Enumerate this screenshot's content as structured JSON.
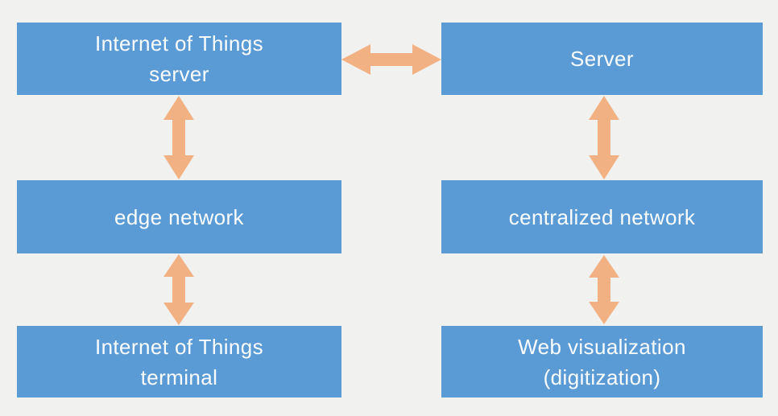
{
  "colors": {
    "background": "#F1F1EF",
    "box_fill": "#5B9BD5",
    "box_text": "#FBFDFE",
    "arrow": "#F2B183"
  },
  "boxes": {
    "iot_server": {
      "label": "Internet of Things\nserver"
    },
    "server": {
      "label": "Server"
    },
    "edge_network": {
      "label": "edge network"
    },
    "centralized_network": {
      "label": "centralized network"
    },
    "iot_terminal": {
      "label": "Internet of Things\nterminal"
    },
    "web_visualization": {
      "label": "Web visualization\n(digitization)"
    }
  },
  "connections": [
    {
      "from": "iot_server",
      "to": "server",
      "type": "bidirectional",
      "orientation": "horizontal"
    },
    {
      "from": "iot_server",
      "to": "edge_network",
      "type": "bidirectional",
      "orientation": "vertical"
    },
    {
      "from": "edge_network",
      "to": "iot_terminal",
      "type": "bidirectional",
      "orientation": "vertical"
    },
    {
      "from": "server",
      "to": "centralized_network",
      "type": "bidirectional",
      "orientation": "vertical"
    },
    {
      "from": "centralized_network",
      "to": "web_visualization",
      "type": "bidirectional",
      "orientation": "vertical"
    }
  ]
}
